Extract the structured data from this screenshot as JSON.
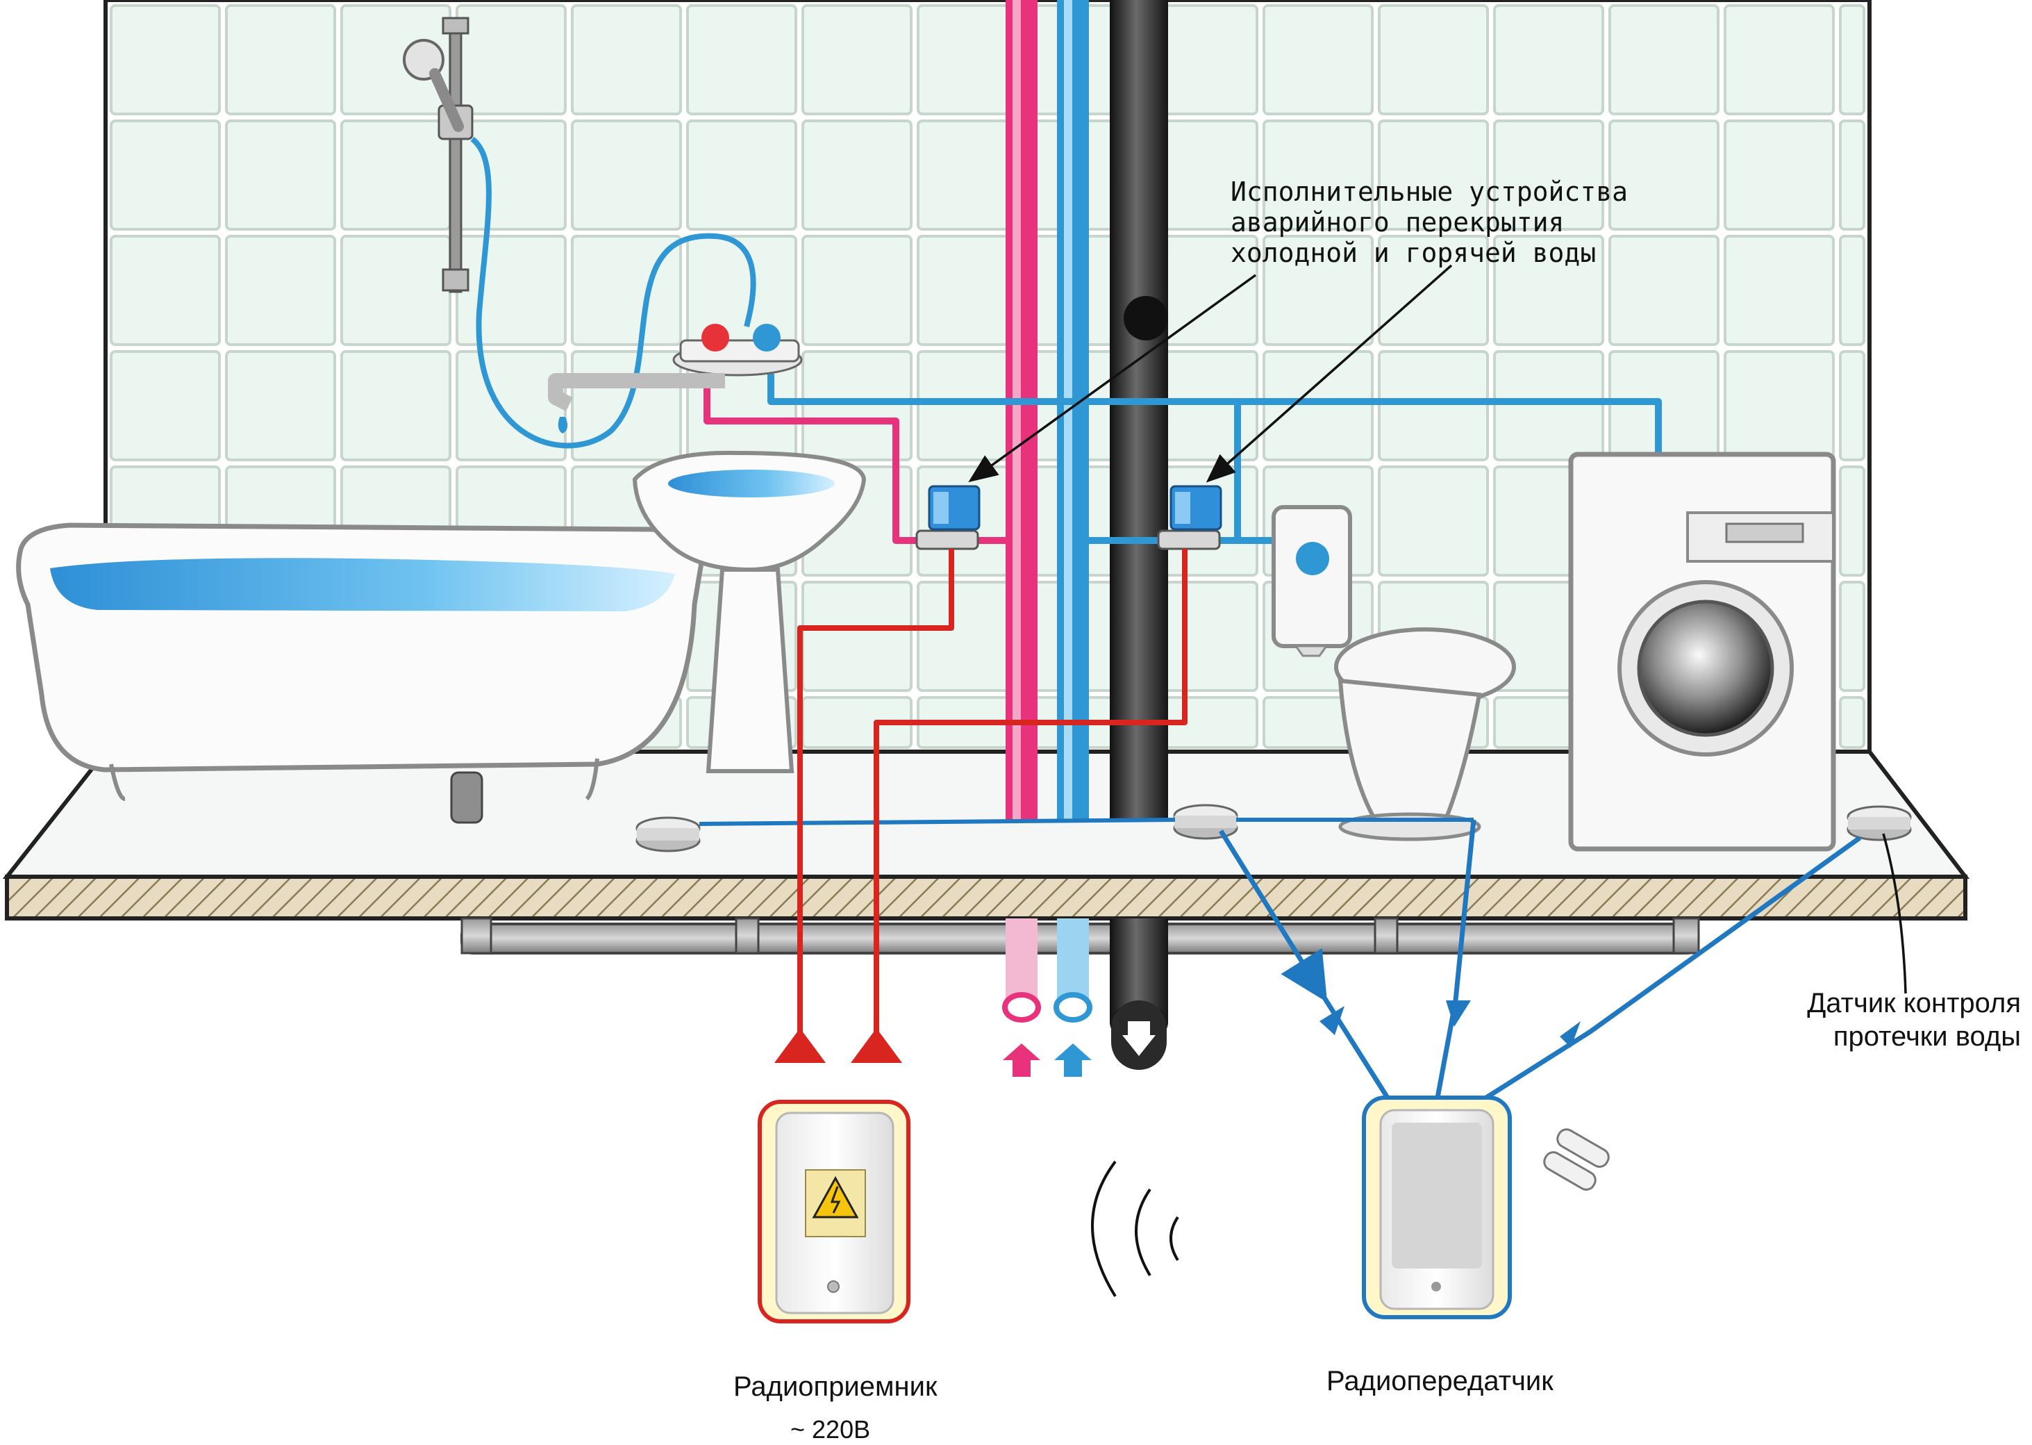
{
  "labels": {
    "actuators": [
      "Исполнительные устройства",
      "аварийного перекрытия",
      "холодной и горячей воды"
    ],
    "sensor": [
      "Датчик контроля",
      "протечки воды"
    ],
    "receiver": "Радиоприемник",
    "receiver_power": "~ 220В",
    "transmitter": "Радиопередатчик"
  },
  "colors": {
    "hot_pipe": "#e8327c",
    "cold_pipe": "#2f97d3",
    "drain_pipe": "#2a2a2a",
    "control_wire": "#d8251f",
    "radio_link": "#1f78c0",
    "tile": "#eaf6ef"
  },
  "icons": [
    "bathtub-icon",
    "shower-head-icon",
    "sink-icon",
    "faucet-icon",
    "toilet-icon",
    "washing-machine-icon",
    "valve-icon",
    "leak-sensor-icon",
    "receiver-device-icon",
    "transmitter-device-icon",
    "battery-icon",
    "radio-waves-icon",
    "warning-icon"
  ]
}
